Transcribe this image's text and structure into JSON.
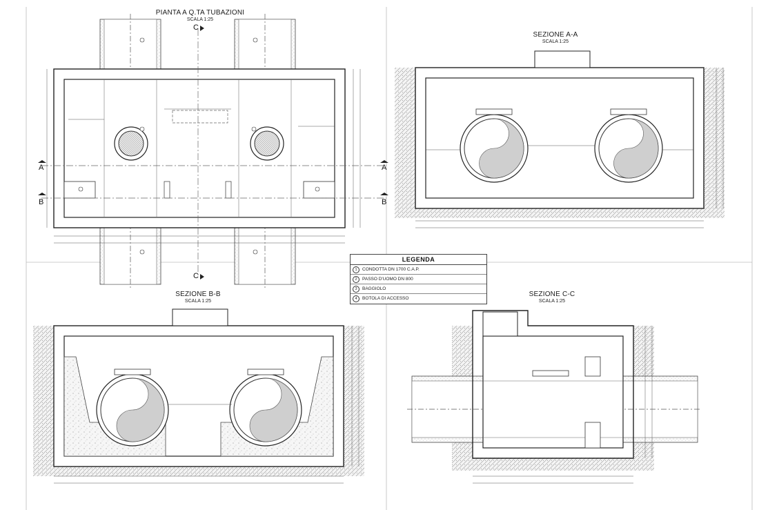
{
  "views": {
    "plan": {
      "title": "PIANTA A Q.TA TUBAZIONI",
      "scale": "SCALA 1:25"
    },
    "section_aa": {
      "title": "SEZIONE  A-A",
      "scale": "SCALA 1:25"
    },
    "section_bb": {
      "title": "SEZIONE  B-B",
      "scale": "SCALA 1:25"
    },
    "section_cc": {
      "title": "SEZIONE  C-C",
      "scale": "SCALA 1:25"
    }
  },
  "section_marks": {
    "a": "A",
    "b": "B",
    "c": "C"
  },
  "legend": {
    "title": "LEGENDA",
    "items": [
      {
        "num": "1",
        "text": "CONDOTTA DN 1700 C.A.P."
      },
      {
        "num": "2",
        "text": "PASSO D'UOMO DN 800"
      },
      {
        "num": "3",
        "text": "BAGGIOLO"
      },
      {
        "num": "4",
        "text": "BOTOLA DI ACCESSO"
      }
    ]
  },
  "colors": {
    "line": "#222222",
    "hatch": "#9a9a9a",
    "fill_gray": "#cfcfcf"
  }
}
